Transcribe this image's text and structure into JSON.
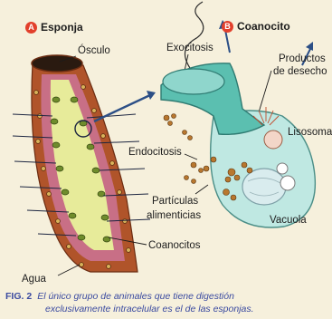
{
  "panels": {
    "a": {
      "letter": "A",
      "title": "Esponja"
    },
    "b": {
      "letter": "B",
      "title": "Coanocito"
    }
  },
  "labels": {
    "osculo": "Ósculo",
    "exocitosis": "Exocitosis",
    "productos": "Productos",
    "de_desecho": "de desecho",
    "lisosoma": "Lisosoma",
    "endocitosis": "Endocitosis",
    "particulas": "Partículas",
    "alimenticias": "alimenticias",
    "coanocitos": "Coanocitos",
    "vacuola": "Vacuola",
    "agua": "Agua"
  },
  "caption": {
    "figure": "FIG. 2",
    "line1": "El único grupo de animales que tiene digestión",
    "line2": "exclusivamente intracelular es el de las esponjas."
  },
  "colors": {
    "sponge_outer": "#b0542a",
    "sponge_pink": "#c86f86",
    "sponge_inner": "#e7eb9a",
    "cell_body": "#bfe8e2",
    "collar": "#5bbfb0",
    "arrow": "#2c4f86",
    "particle": "#b8772e"
  }
}
